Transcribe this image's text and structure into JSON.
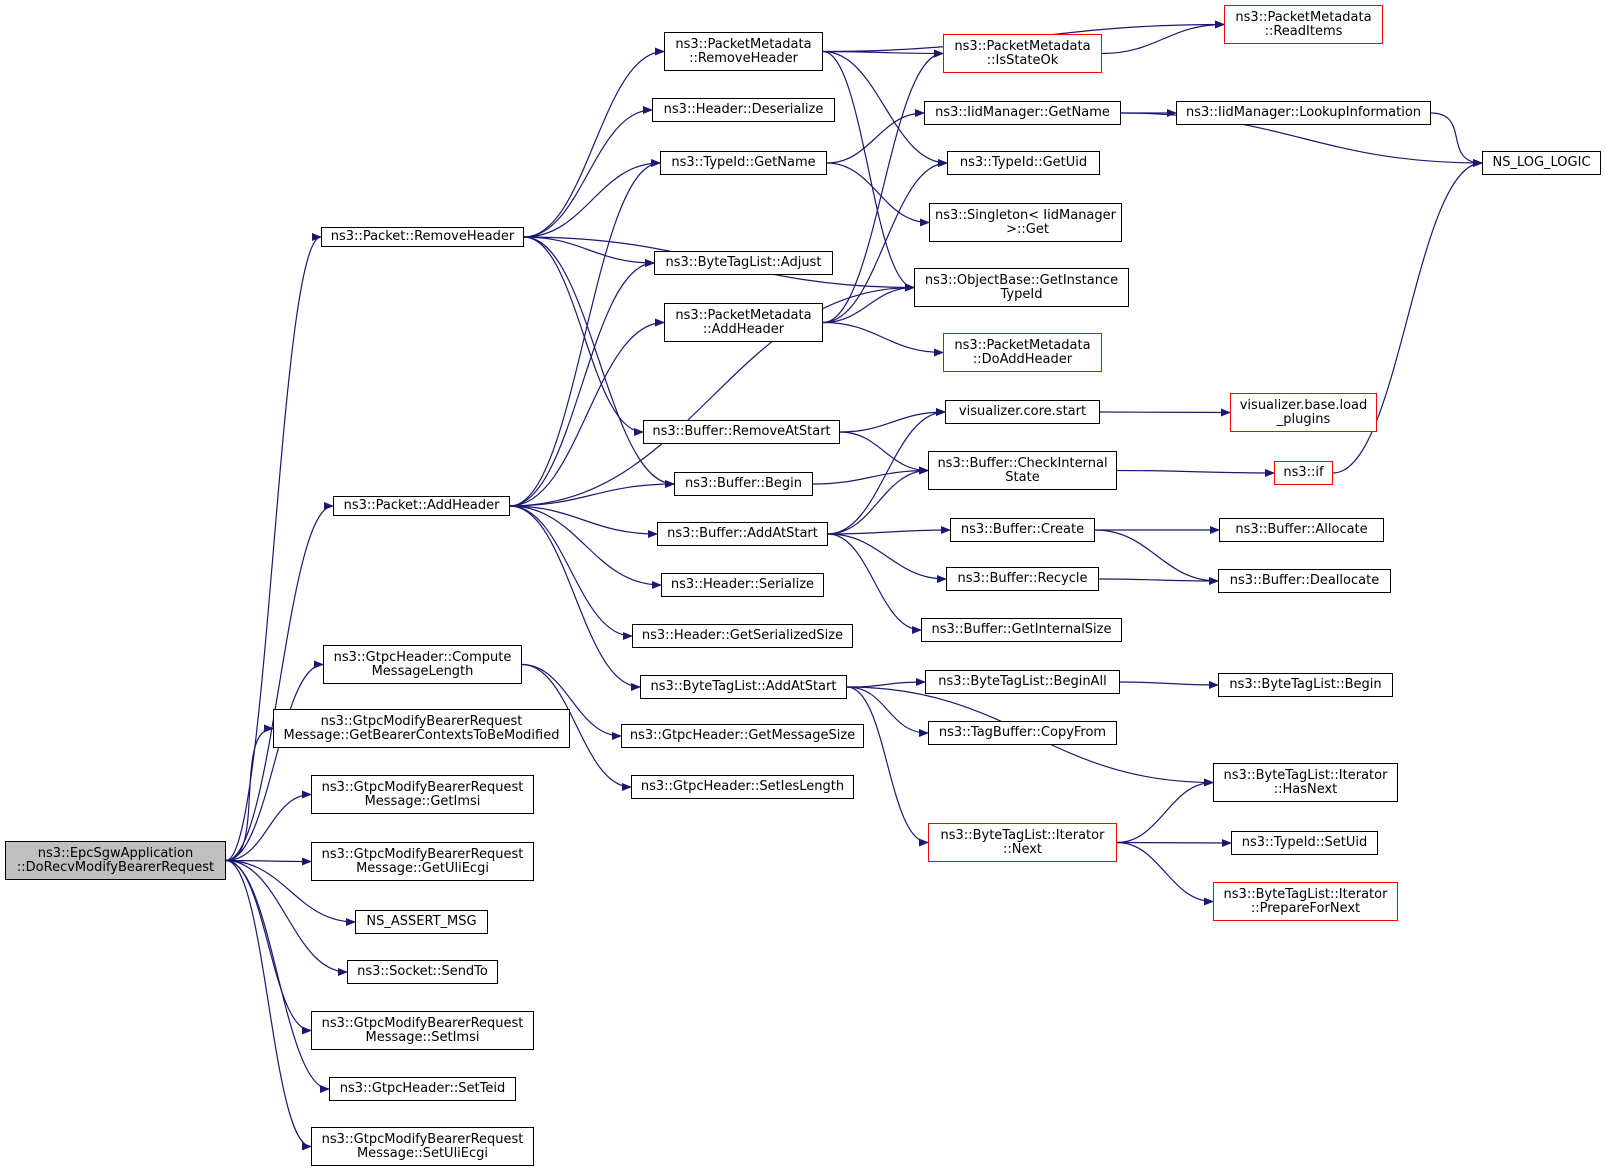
{
  "colors": {
    "edge": "#191970",
    "truncated_border": "#ff0000",
    "root_fill": "#bfbfbf"
  },
  "nodes": {
    "root": {
      "label": "ns3::EpcSgwApplication\n::DoRecvModifyBearerRequest",
      "truncated": false,
      "root": true
    },
    "packet_removeheader": {
      "label": "ns3::Packet::RemoveHeader",
      "truncated": false
    },
    "packet_addheader": {
      "label": "ns3::Packet::AddHeader",
      "truncated": false
    },
    "gtpc_compute": {
      "label": "ns3::GtpcHeader::Compute\nMessageLength",
      "truncated": false
    },
    "gtpc_getbearer": {
      "label": "ns3::GtpcModifyBearerRequest\nMessage::GetBearerContextsToBeModified",
      "truncated": false
    },
    "gtpc_getimsi": {
      "label": "ns3::GtpcModifyBearerRequest\nMessage::GetImsi",
      "truncated": false
    },
    "gtpc_getuli": {
      "label": "ns3::GtpcModifyBearerRequest\nMessage::GetUliEcgi",
      "truncated": false
    },
    "ns_assert_msg": {
      "label": "NS_ASSERT_MSG",
      "truncated": false
    },
    "socket_sendto": {
      "label": "ns3::Socket::SendTo",
      "truncated": false
    },
    "gtpc_setimsi": {
      "label": "ns3::GtpcModifyBearerRequest\nMessage::SetImsi",
      "truncated": false
    },
    "gtpc_setteid": {
      "label": "ns3::GtpcHeader::SetTeid",
      "truncated": false
    },
    "gtpc_setuli": {
      "label": "ns3::GtpcModifyBearerRequest\nMessage::SetUliEcgi",
      "truncated": false
    },
    "pm_removeheader": {
      "label": "ns3::PacketMetadata\n::RemoveHeader",
      "truncated": false
    },
    "header_deserialize": {
      "label": "ns3::Header::Deserialize",
      "truncated": false
    },
    "typeid_getname": {
      "label": "ns3::TypeId::GetName",
      "truncated": false
    },
    "btl_adjust": {
      "label": "ns3::ByteTagList::Adjust",
      "truncated": false
    },
    "pm_addheader": {
      "label": "ns3::PacketMetadata\n::AddHeader",
      "truncated": false
    },
    "buffer_removeatstart": {
      "label": "ns3::Buffer::RemoveAtStart",
      "truncated": false
    },
    "buffer_begin": {
      "label": "ns3::Buffer::Begin",
      "truncated": false
    },
    "buffer_addatstart": {
      "label": "ns3::Buffer::AddAtStart",
      "truncated": false
    },
    "header_serialize": {
      "label": "ns3::Header::Serialize",
      "truncated": false
    },
    "header_getserializedsize": {
      "label": "ns3::Header::GetSerializedSize",
      "truncated": false
    },
    "btl_addatstart": {
      "label": "ns3::ByteTagList::AddAtStart",
      "truncated": false
    },
    "gtpc_getmessagesize": {
      "label": "ns3::GtpcHeader::GetMessageSize",
      "truncated": false
    },
    "gtpc_setieslength": {
      "label": "ns3::GtpcHeader::SetIesLength",
      "truncated": false
    },
    "pm_isstateok": {
      "label": "ns3::PacketMetadata\n::IsStateOk",
      "truncated": true
    },
    "iidmanager_getname": {
      "label": "ns3::IidManager::GetName",
      "truncated": false
    },
    "typeid_getuid": {
      "label": "ns3::TypeId::GetUid",
      "truncated": false
    },
    "singleton_get": {
      "label": "ns3::Singleton< IidManager\n >::Get",
      "truncated": false
    },
    "objectbase_getinstancetypeid": {
      "label": "ns3::ObjectBase::GetInstance\nTypeId",
      "truncated": false
    },
    "pm_doaddheader": {
      "label": "ns3::PacketMetadata\n::DoAddHeader",
      "truncated": true
    },
    "visualizer_core_start": {
      "label": "visualizer.core.start",
      "truncated": false
    },
    "buffer_checkinternalstate": {
      "label": "ns3::Buffer::CheckInternal\nState",
      "truncated": false
    },
    "buffer_create": {
      "label": "ns3::Buffer::Create",
      "truncated": false
    },
    "buffer_recycle": {
      "label": "ns3::Buffer::Recycle",
      "truncated": false
    },
    "buffer_getinternalsize": {
      "label": "ns3::Buffer::GetInternalSize",
      "truncated": false
    },
    "btl_beginall": {
      "label": "ns3::ByteTagList::BeginAll",
      "truncated": false
    },
    "tagbuffer_copyfrom": {
      "label": "ns3::TagBuffer::CopyFrom",
      "truncated": false
    },
    "btl_iterator_next": {
      "label": "ns3::ByteTagList::Iterator\n::Next",
      "truncated": true
    },
    "pm_readitems": {
      "label": "ns3::PacketMetadata\n::ReadItems",
      "truncated": true
    },
    "iidmanager_lookupinformation": {
      "label": "ns3::IidManager::LookupInformation",
      "truncated": false
    },
    "visualizer_base_load_plugins": {
      "label": "visualizer.base.load\n_plugins",
      "truncated": true
    },
    "ns3_if": {
      "label": "ns3::if",
      "truncated": true
    },
    "buffer_allocate": {
      "label": "ns3::Buffer::Allocate",
      "truncated": false
    },
    "buffer_deallocate": {
      "label": "ns3::Buffer::Deallocate",
      "truncated": false
    },
    "btl_begin": {
      "label": "ns3::ByteTagList::Begin",
      "truncated": false
    },
    "btl_iterator_hasnext": {
      "label": "ns3::ByteTagList::Iterator\n::HasNext",
      "truncated": false
    },
    "typeid_setuid": {
      "label": "ns3::TypeId::SetUid",
      "truncated": false
    },
    "btl_iterator_preparefornext": {
      "label": "ns3::ByteTagList::Iterator\n::PrepareForNext",
      "truncated": true
    },
    "ns_log_logic": {
      "label": "NS_LOG_LOGIC",
      "truncated": false
    }
  },
  "edges": [
    [
      "root",
      "packet_removeheader"
    ],
    [
      "root",
      "packet_addheader"
    ],
    [
      "root",
      "gtpc_compute"
    ],
    [
      "root",
      "gtpc_getbearer"
    ],
    [
      "root",
      "gtpc_getimsi"
    ],
    [
      "root",
      "gtpc_getuli"
    ],
    [
      "root",
      "ns_assert_msg"
    ],
    [
      "root",
      "socket_sendto"
    ],
    [
      "root",
      "gtpc_setimsi"
    ],
    [
      "root",
      "gtpc_setteid"
    ],
    [
      "root",
      "gtpc_setuli"
    ],
    [
      "packet_removeheader",
      "pm_removeheader"
    ],
    [
      "packet_removeheader",
      "header_deserialize"
    ],
    [
      "packet_removeheader",
      "typeid_getname"
    ],
    [
      "packet_removeheader",
      "objectbase_getinstancetypeid"
    ],
    [
      "packet_removeheader",
      "btl_adjust"
    ],
    [
      "packet_removeheader",
      "buffer_removeatstart"
    ],
    [
      "packet_removeheader",
      "buffer_begin"
    ],
    [
      "packet_addheader",
      "typeid_getname"
    ],
    [
      "packet_addheader",
      "btl_adjust"
    ],
    [
      "packet_addheader",
      "pm_addheader"
    ],
    [
      "packet_addheader",
      "objectbase_getinstancetypeid"
    ],
    [
      "packet_addheader",
      "buffer_begin"
    ],
    [
      "packet_addheader",
      "buffer_addatstart"
    ],
    [
      "packet_addheader",
      "header_serialize"
    ],
    [
      "packet_addheader",
      "header_getserializedsize"
    ],
    [
      "packet_addheader",
      "btl_addatstart"
    ],
    [
      "gtpc_compute",
      "gtpc_getmessagesize"
    ],
    [
      "gtpc_compute",
      "gtpc_setieslength"
    ],
    [
      "pm_removeheader",
      "pm_readitems"
    ],
    [
      "pm_removeheader",
      "pm_isstateok"
    ],
    [
      "pm_removeheader",
      "typeid_getuid"
    ],
    [
      "pm_removeheader",
      "objectbase_getinstancetypeid"
    ],
    [
      "typeid_getname",
      "iidmanager_getname"
    ],
    [
      "typeid_getname",
      "singleton_get"
    ],
    [
      "pm_addheader",
      "pm_isstateok"
    ],
    [
      "pm_addheader",
      "typeid_getuid"
    ],
    [
      "pm_addheader",
      "objectbase_getinstancetypeid"
    ],
    [
      "pm_addheader",
      "pm_doaddheader"
    ],
    [
      "buffer_removeatstart",
      "visualizer_core_start"
    ],
    [
      "buffer_removeatstart",
      "buffer_checkinternalstate"
    ],
    [
      "buffer_begin",
      "buffer_checkinternalstate"
    ],
    [
      "buffer_addatstart",
      "visualizer_core_start"
    ],
    [
      "buffer_addatstart",
      "buffer_checkinternalstate"
    ],
    [
      "buffer_addatstart",
      "buffer_create"
    ],
    [
      "buffer_addatstart",
      "buffer_recycle"
    ],
    [
      "buffer_addatstart",
      "buffer_getinternalsize"
    ],
    [
      "btl_addatstart",
      "btl_beginall"
    ],
    [
      "btl_addatstart",
      "tagbuffer_copyfrom"
    ],
    [
      "btl_addatstart",
      "btl_iterator_hasnext"
    ],
    [
      "btl_addatstart",
      "btl_iterator_next"
    ],
    [
      "pm_isstateok",
      "pm_readitems"
    ],
    [
      "iidmanager_getname",
      "iidmanager_lookupinformation"
    ],
    [
      "iidmanager_getname",
      "ns_log_logic"
    ],
    [
      "iidmanager_lookupinformation",
      "ns_log_logic"
    ],
    [
      "visualizer_core_start",
      "visualizer_base_load_plugins"
    ],
    [
      "buffer_checkinternalstate",
      "ns3_if"
    ],
    [
      "ns3_if",
      "ns_log_logic"
    ],
    [
      "buffer_create",
      "buffer_allocate"
    ],
    [
      "buffer_create",
      "buffer_deallocate"
    ],
    [
      "buffer_recycle",
      "buffer_deallocate"
    ],
    [
      "btl_beginall",
      "btl_begin"
    ],
    [
      "btl_iterator_next",
      "btl_iterator_hasnext"
    ],
    [
      "btl_iterator_next",
      "typeid_setuid"
    ],
    [
      "btl_iterator_next",
      "btl_iterator_preparefornext"
    ]
  ]
}
